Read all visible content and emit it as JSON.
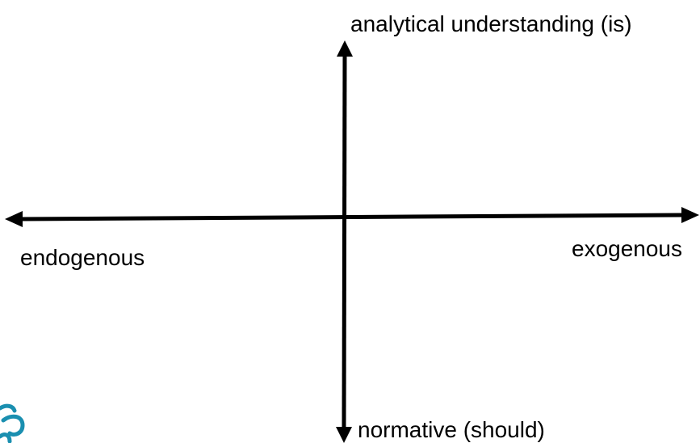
{
  "diagram": {
    "labels": {
      "top": "analytical understanding (is)",
      "bottom": "normative (should)",
      "left": "endogenous",
      "right": "exogenous"
    },
    "colors": {
      "axis": "#000000",
      "logo": "#1a8fb0"
    }
  }
}
